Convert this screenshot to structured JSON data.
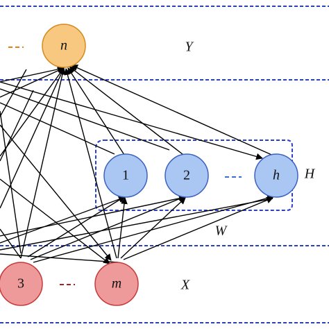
{
  "diagram": {
    "layer_labels": {
      "output": "Y",
      "hidden": "H",
      "weights": "W",
      "input": "X"
    },
    "nodes": {
      "output_n": "n",
      "hidden_1": "1",
      "hidden_2": "2",
      "hidden_h": "h",
      "input_3": "3",
      "input_m": "m"
    },
    "colors": {
      "band_line": "#2b3fc4",
      "output_fill": "#f9c880",
      "output_stroke": "#d48a1c",
      "output_ellipsis": "#e0801a",
      "hidden_fill": "#a9c7f2",
      "hidden_stroke": "#3c62c0",
      "hidden_ellipsis": "#3a6fd0",
      "input_fill": "#ee9a9a",
      "input_stroke": "#c43a3a",
      "input_ellipsis": "#a82020",
      "edge": "#000000"
    }
  }
}
